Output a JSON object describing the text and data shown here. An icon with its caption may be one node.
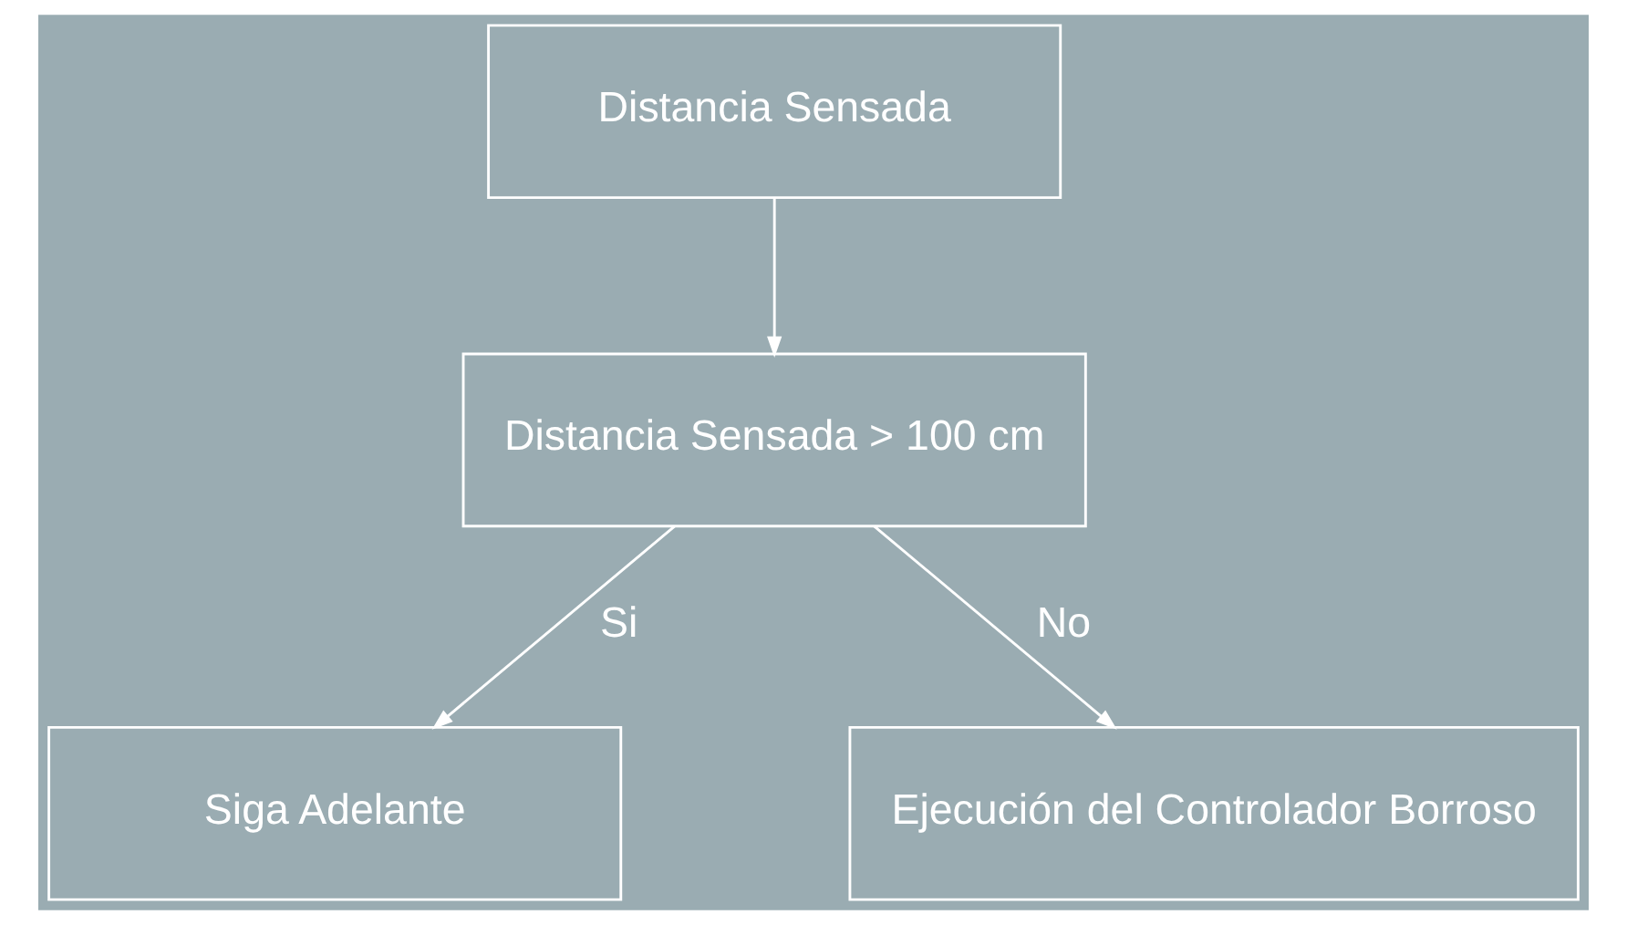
{
  "diagram": {
    "nodes": [
      {
        "text": [
          "Distancia Sensada"
        ]
      },
      {
        "text": [
          "Distancia Sensada > 100 cm"
        ]
      },
      {
        "text": [
          "Siga Adelante"
        ]
      },
      {
        "text": [
          "Ejecución del Controlador Borroso"
        ]
      }
    ],
    "edges": [
      {
        "from": 0,
        "to": 1,
        "arrow": "to"
      },
      {
        "from": 1,
        "to": 2,
        "arrow": "to",
        "label": "Si"
      },
      {
        "from": 1,
        "to": 3,
        "arrow": "to",
        "label": "No"
      }
    ]
  }
}
